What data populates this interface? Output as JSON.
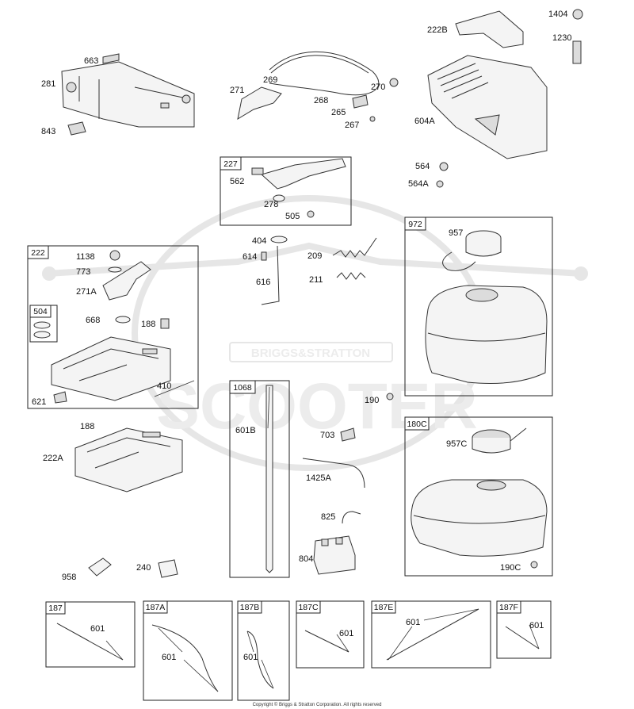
{
  "watermark": {
    "brand": "BRIGGS&STRATTON",
    "site": "SCOOTER"
  },
  "copyright": "Copyright © Briggs & Stratton Corporation. All rights reserved",
  "labels": {
    "p663": "663",
    "p281": "281",
    "p843": "843",
    "p271": "271",
    "p269": "269",
    "p268": "268",
    "p270": "270",
    "p265": "265",
    "p267": "267",
    "p222B": "222B",
    "p1404": "1404",
    "p1230": "1230",
    "p604A": "604A",
    "p564": "564",
    "p564A": "564A",
    "p562": "562",
    "p278": "278",
    "p505": "505",
    "p1138": "1138",
    "p773": "773",
    "p271A": "271A",
    "p668": "668",
    "p188a": "188",
    "p410": "410",
    "p621": "621",
    "p404": "404",
    "p614": "614",
    "p616": "616",
    "p209": "209",
    "p211": "211",
    "p957": "957",
    "p190": "190",
    "p188b": "188",
    "p222A": "222A",
    "p601B": "601B",
    "p703": "703",
    "p1425A": "1425A",
    "p825": "825",
    "p804": "804",
    "p957C": "957C",
    "p190C": "190C",
    "p958": "958",
    "p240": "240",
    "p601a": "601",
    "p601b": "601",
    "p601c": "601",
    "p601d": "601",
    "p601e": "601",
    "p601f": "601"
  },
  "boxes": {
    "b227": "227",
    "b222": "222",
    "b504": "504",
    "b972": "972",
    "b1068": "1068",
    "b180C": "180C",
    "b187": "187",
    "b187A": "187A",
    "b187B": "187B",
    "b187C": "187C",
    "b187E": "187E",
    "b187F": "187F"
  }
}
